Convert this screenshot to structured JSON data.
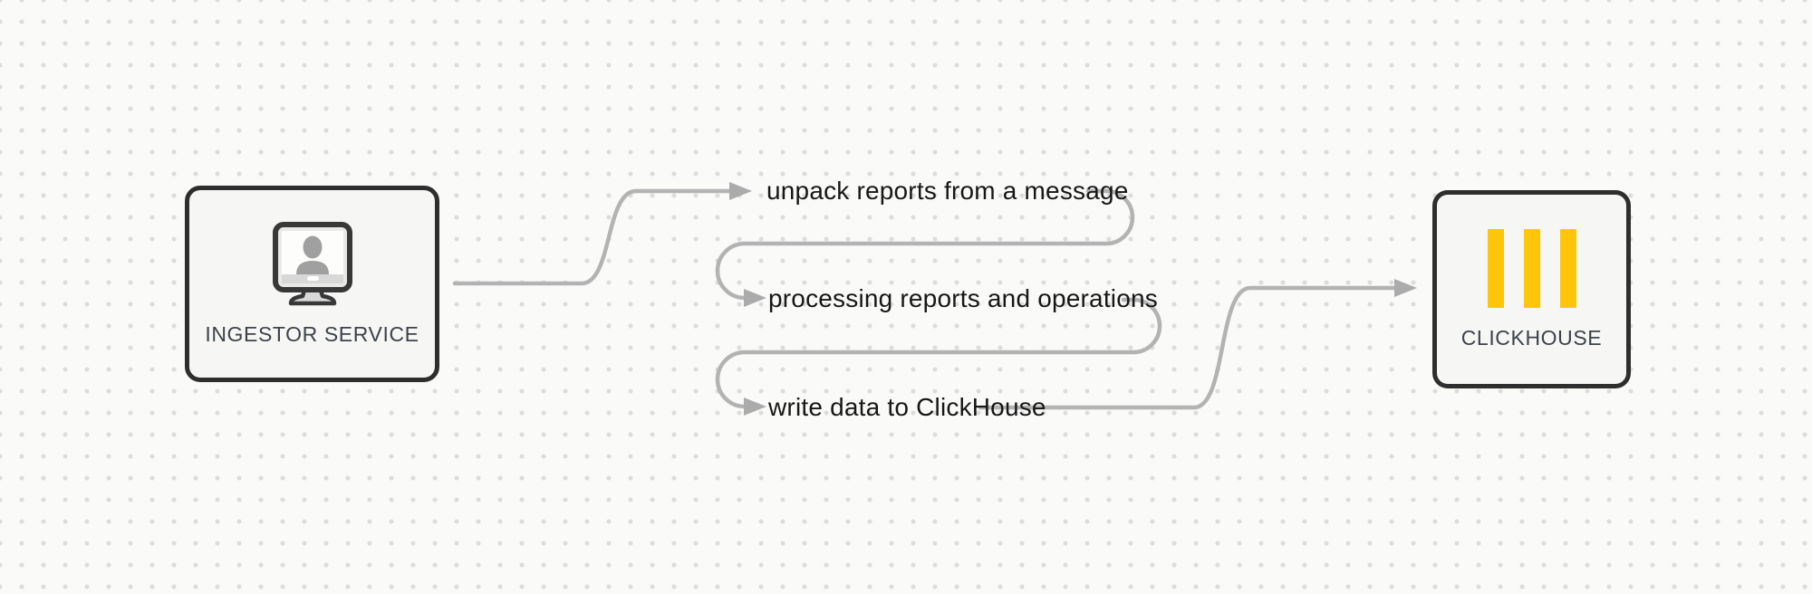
{
  "diagram": {
    "name": "ingestor-service-to-clickhouse-flow",
    "nodes": {
      "ingestor": {
        "label": "INGESTOR SERVICE",
        "icon": "monitor-user-icon"
      },
      "clickhouse": {
        "label": "CLICKHOUSE",
        "icon": "clickhouse-bars-logo-icon"
      }
    },
    "flow_steps": [
      {
        "label": "unpack reports from a message"
      },
      {
        "label": "processing reports and operations"
      },
      {
        "label": "write data to ClickHouse"
      }
    ],
    "colors": {
      "canvas_background": "#fafaf9",
      "grid_dot": "#dcdcdc",
      "node_fill": "#f6f6f4",
      "node_border": "#2e2e2e",
      "connector_line": "#b3b3b3",
      "arrowhead": "#ababab",
      "step_text": "#171717",
      "node_label_text": "#3d434b",
      "clickhouse_yellow": "#fec60a",
      "monitor_person_gray": "#a0a0a0"
    }
  }
}
